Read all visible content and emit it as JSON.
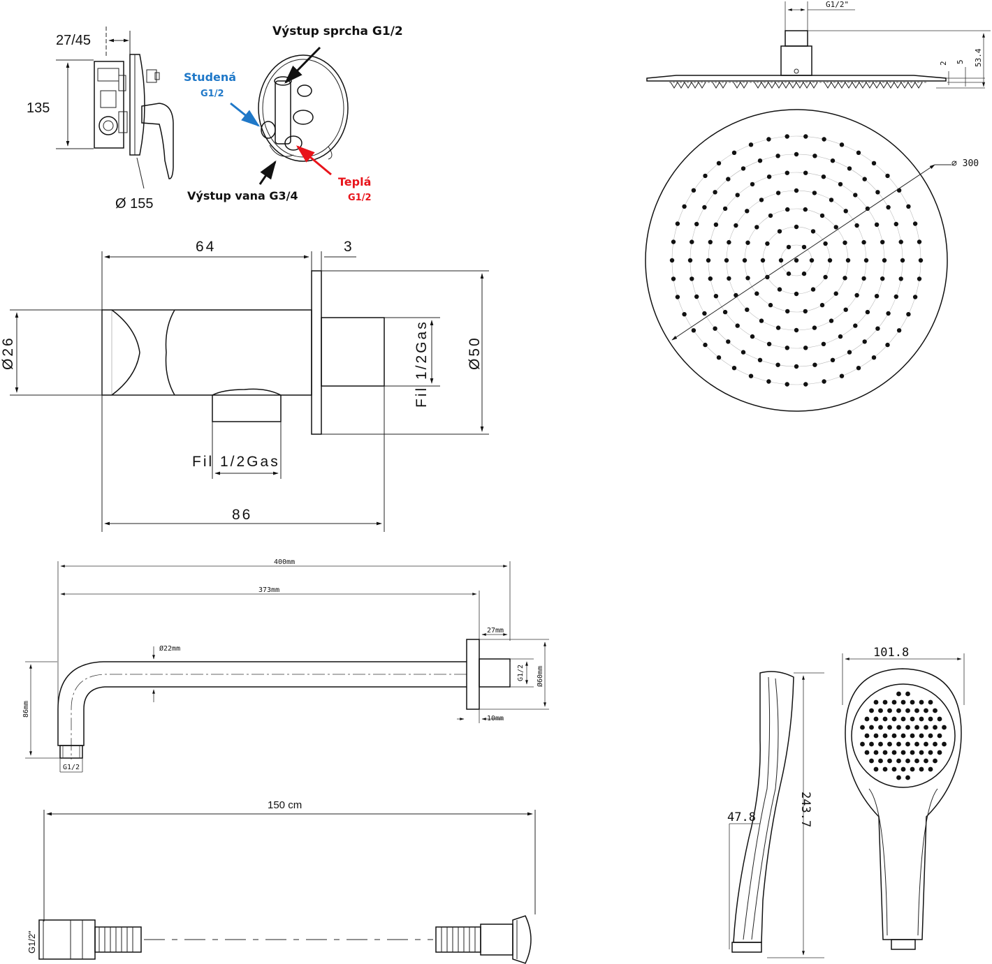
{
  "valve": {
    "dim_depth": "27/45",
    "dim_height": "135",
    "dim_diameter": "Ø 155",
    "label_shower_out": "Výstup sprcha G1/2",
    "label_cold": "Studená",
    "label_cold_thread": "G1/2",
    "label_bath_out": "Výstup vana G3/4",
    "label_hot": "Teplá",
    "label_hot_thread": "G1/2",
    "cold_color": "#1f78c8",
    "hot_color": "#e8141b"
  },
  "wall_outlet": {
    "dim_64": "64",
    "dim_3": "3",
    "dim_26": "Ø26",
    "dim_50": "Ø50",
    "thread_side": "Fil 1/2Gas",
    "thread_bottom": "Fil 1/2Gas",
    "dim_86": "86"
  },
  "shower_arm": {
    "dim_400": "400mm",
    "dim_373": "373mm",
    "dim_27": "27mm",
    "dim_22": "Ø22mm",
    "dim_86": "86mm",
    "dim_g12_inner": "G1/2",
    "dim_60": "Ø60mm",
    "dim_10": "10mm",
    "dim_g12_bottom": "G1/2"
  },
  "hose": {
    "length": "150 cm",
    "thread": "G1/2\""
  },
  "head_shower": {
    "thread": "G1/2\"",
    "dim_2": "2",
    "dim_5": "5",
    "dim_53": "53.4",
    "diameter": "∅ 300"
  },
  "hand_shower": {
    "width": "101.8",
    "length": "243.7",
    "depth": "47.8"
  }
}
